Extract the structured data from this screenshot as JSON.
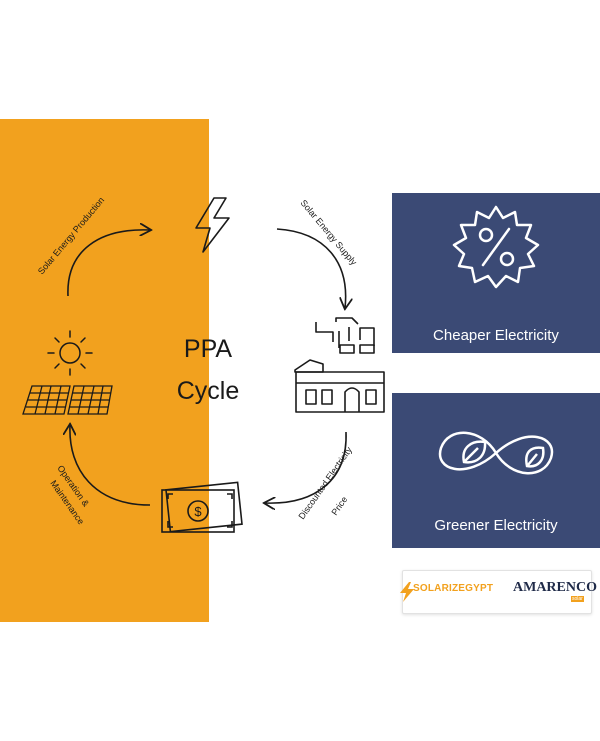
{
  "diagram": {
    "title_line1": "PPA",
    "title_line2": "Cycle",
    "labels": {
      "solar_production": "Solar Energy Production",
      "solar_supply": "Solar Energy Supply",
      "discounted_line1": "Discounted Electricity",
      "discounted_line2": "Price",
      "operation_line1": "Operation &",
      "operation_line2": "Maintenance"
    }
  },
  "cards": {
    "cheaper": {
      "label": "Cheaper Electricity",
      "icon": "discount-badge-icon"
    },
    "greener": {
      "label": "Greener Electricity",
      "icon": "infinity-leaf-icon"
    }
  },
  "logos": {
    "solarize": "SOLARIZEGYPT",
    "amarenco": "AMARENCO",
    "amarenco_sub": "solar"
  },
  "colors": {
    "orange": "#F2A11E",
    "navy": "#3B4A75"
  }
}
